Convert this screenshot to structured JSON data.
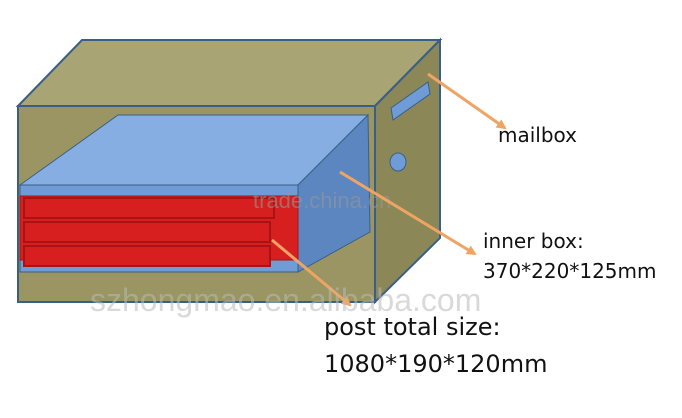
{
  "labels": {
    "mailbox": "mailbox",
    "inner_box_title": "inner box:",
    "inner_box_size": "370*220*125mm",
    "post_total_title": "post total size:",
    "post_total_size": "1080*190*120mm"
  },
  "watermarks": {
    "trade": "trade.china.cn",
    "company": "szhongmao.en.alibaba.com"
  },
  "colors": {
    "box_olive": "#9a9563",
    "box_olive_top": "#a9a474",
    "box_olive_side": "#8c8757",
    "box_stroke": "#3a5f86",
    "inner_blue": "#6f9bd6",
    "inner_blue_top": "#86aee2",
    "inner_blue_side": "#5c86c0",
    "drawer_red": "#d71f1f",
    "drawer_red_dark": "#a81414",
    "arrow_orange": "#f0a464"
  }
}
